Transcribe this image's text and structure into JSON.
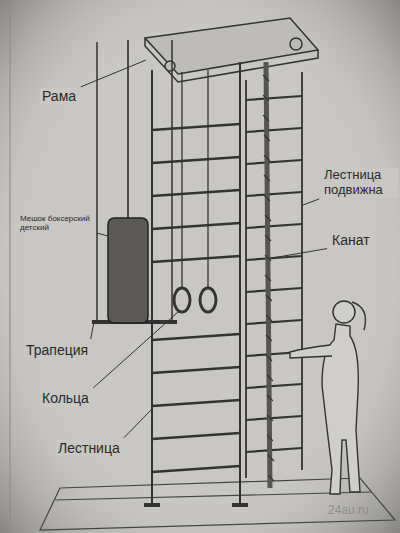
{
  "diagram": {
    "labels": [
      "Рама",
      "Мешок боксерский детский",
      "Трапеция",
      "Кольца",
      "Лестница",
      "Лестница подвижна",
      "Канат",
      "24au.ru"
    ]
  }
}
